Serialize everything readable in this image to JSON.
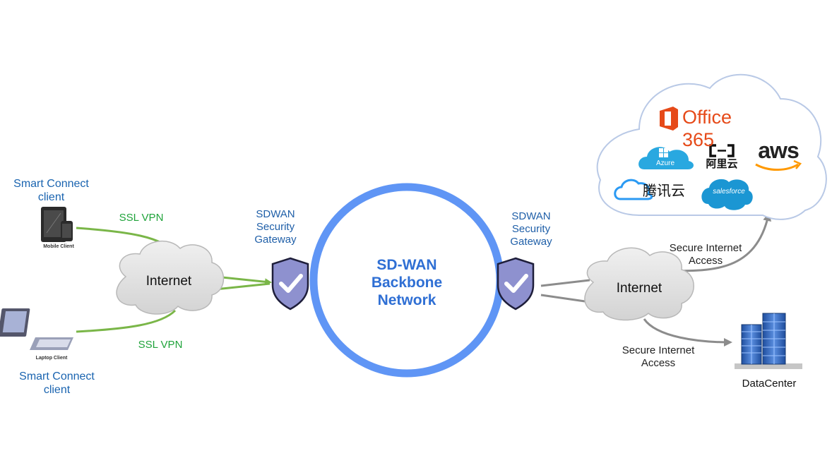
{
  "core": {
    "line1": "SD-WAN",
    "line2": "Backbone",
    "line3": "Network"
  },
  "clients": {
    "top": {
      "line1": "Smart Connect",
      "line2": "client",
      "device": "Mobile Client"
    },
    "bottom": {
      "line1": "Smart Connect",
      "line2": "client",
      "device": "Laptop Client"
    }
  },
  "links": {
    "ssl_top": "SSL VPN",
    "ssl_bottom": "SSL VPN"
  },
  "clouds": {
    "left": "Internet",
    "right": "Internet"
  },
  "gateways": {
    "left": {
      "line1": "SDWAN",
      "line2": "Security",
      "line3": "Gateway"
    },
    "right": {
      "line1": "SDWAN",
      "line2": "Security",
      "line3": "Gateway"
    }
  },
  "access": {
    "upper": {
      "line1": "Secure Internet",
      "line2": "Access"
    },
    "lower": {
      "line1": "Secure Internet",
      "line2": "Access"
    }
  },
  "saas": {
    "office": "Office 365",
    "azure": "Azure",
    "aliyun": "阿里云",
    "aws": "aws",
    "tencent": "腾讯云",
    "salesforce": "salesforce"
  },
  "datacenter": "DataCenter",
  "colors": {
    "green_link": "#7ab648",
    "gray_link": "#8c8c8c",
    "ring": "#5f95f5",
    "shield": "#8e91cf",
    "office": "#e64a19",
    "azure": "#29a8e0",
    "aws_arrow": "#f90",
    "salesforce": "#1b96d3"
  }
}
